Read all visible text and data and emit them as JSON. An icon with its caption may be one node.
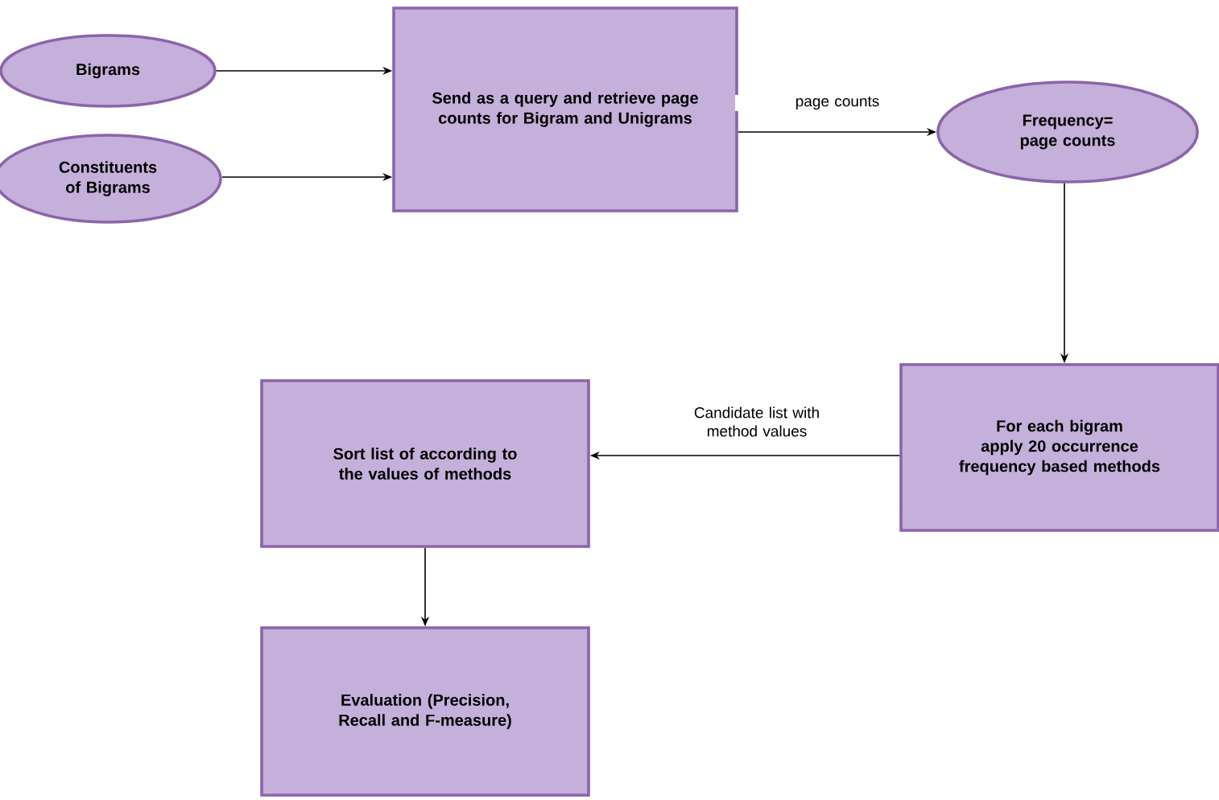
{
  "diagram": {
    "nodes": [
      {
        "text": [
          "Bigrams"
        ]
      },
      {
        "text": [
          "Constituents of Bigrams"
        ]
      },
      {
        "text": [
          "Send as a query and retrieve page counts for Bigram and Unigrams"
        ]
      },
      {
        "text": [
          "Frequency= page counts"
        ]
      },
      {
        "text": [
          "For each bigram apply 20 occurrence frequency based methods"
        ]
      },
      {
        "text": [
          "Sort list of according to the values of methods"
        ]
      },
      {
        "text": [
          "Evaluation (Precision, Recall and F-measure)"
        ]
      }
    ],
    "edges": [
      {
        "from": 0,
        "to": 2,
        "arrow": "to"
      },
      {
        "from": 1,
        "to": 2,
        "arrow": "to"
      },
      {
        "from": 2,
        "to": 3,
        "arrow": "to",
        "label": "page counts"
      },
      {
        "from": 3,
        "to": 4,
        "arrow": "to"
      },
      {
        "from": 4,
        "to": 5,
        "arrow": "to",
        "label": "Candidate list with method values"
      },
      {
        "from": 5,
        "to": 6,
        "arrow": "to"
      }
    ]
  }
}
